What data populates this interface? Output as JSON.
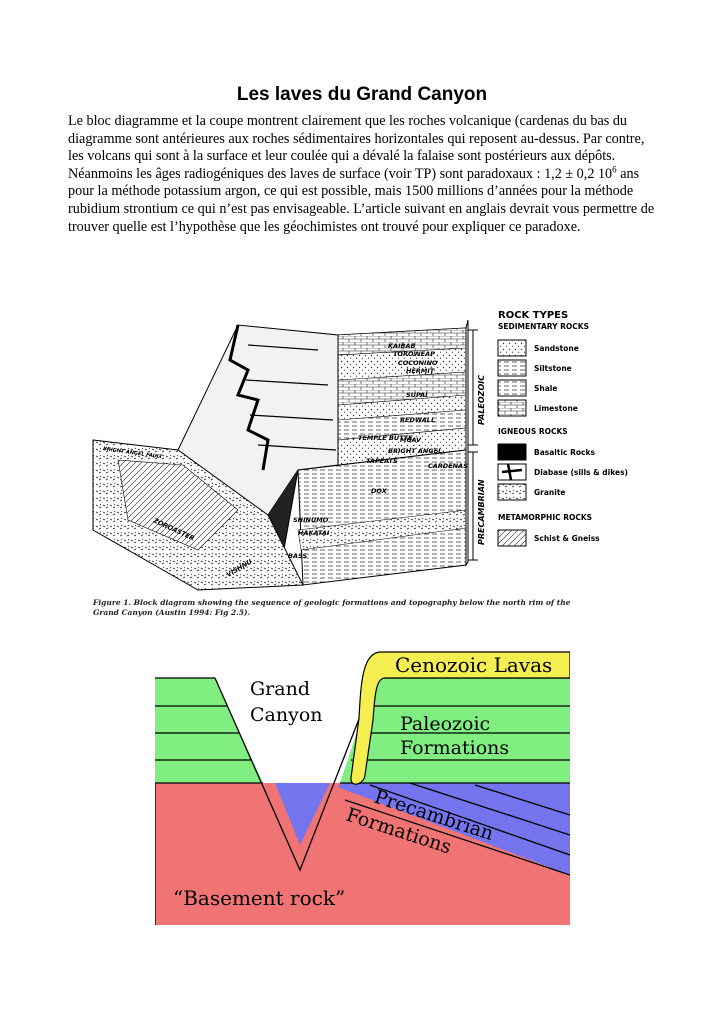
{
  "title": "Les laves du Grand Canyon",
  "paragraph": {
    "part1": "Le bloc diagramme et la coupe montrent clairement que les roches volcanique (cardenas du bas du diagramme sont antérieures aux roches sédimentaires horizontales qui reposent au-dessus. Par contre, les volcans qui sont à la surface et leur coulée qui a dévalé la falaise sont postérieurs aux dépôts. Néanmoins les âges radiogéniques des laves de surface (voir TP) sont paradoxaux : 1,2 ± 0,2 10",
    "sup": "6",
    "part2": " ans pour la méthode potassium argon, ce qui est possible, mais 1500 millions d’années pour la méthode rubidium strontium ce qui n’est pas envisageable. L’article suivant en anglais devrait vous permettre de trouver quelle est l’hypothèse que les géochimistes ont trouvé pour expliquer ce paradoxe."
  },
  "block_diagram": {
    "layers": [
      "KAIBAB",
      "TOROWEAP",
      "COCONINO",
      "HERMIT",
      "SUPAI",
      "REDWALL",
      "TEMPLE BUTTE",
      "MUAV",
      "BRIGHT ANGEL",
      "TAPEATS",
      "CARDENAS",
      "DOX",
      "SHINUMO",
      "HAKATAI",
      "BASS",
      "ZOROASTER",
      "VISHNU",
      "BRIGHT ANGEL FAULT"
    ],
    "era_labels": [
      "PALEOZOIC",
      "PRECAMBRIAN"
    ],
    "legend": {
      "title": "ROCK TYPES",
      "sedimentary_header": "SEDIMENTARY ROCKS",
      "sedimentary": [
        "Sandstone",
        "Siltstone",
        "Shale",
        "Limestone"
      ],
      "igneous_header": "IGNEOUS ROCKS",
      "igneous": [
        "Basaltic Rocks",
        "Diabase (sills & dikes)",
        "Granite"
      ],
      "metamorphic_header": "METAMORPHIC ROCKS",
      "metamorphic": [
        "Schist & Gneiss"
      ]
    },
    "caption_line1": "Figure 1. Block diagram showing the sequence of geologic formations and topography below the north rim of the",
    "caption_line2": "Grand Canyon (Austin 1994: Fig 2.5)."
  },
  "cross_section": {
    "label_grand": "Grand",
    "label_canyon": "Canyon",
    "label_lavas": "Cenozoic Lavas",
    "label_paleozoic": "Paleozoic",
    "label_formations": "Formations",
    "label_precambrian": "Precambrian",
    "label_precambrian_formations": "Formations",
    "label_basement": "“Basement rock”",
    "colors": {
      "paleozoic": "#80ee80",
      "precambrian": "#7474ee",
      "basement": "#f07474",
      "lava": "#f5ee50"
    }
  }
}
